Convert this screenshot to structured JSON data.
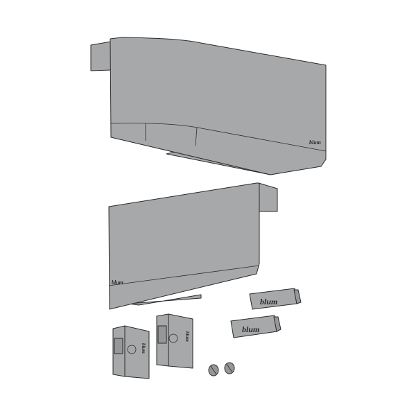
{
  "illustration": {
    "subject": "Cover caps set",
    "colors": {
      "part_fill": "#a7a8aa",
      "outline": "#2a2a2a",
      "background": "#ffffff"
    },
    "parts": [
      {
        "name": "large-cover-cap",
        "logo": "blum"
      },
      {
        "name": "small-cover-cap",
        "logo": "blum"
      },
      {
        "name": "logo-clip-1",
        "logo": "blum"
      },
      {
        "name": "logo-clip-2",
        "logo": "blum"
      },
      {
        "name": "bracket-left",
        "logo": "blum"
      },
      {
        "name": "bracket-right",
        "logo": "blum"
      },
      {
        "name": "screw-1"
      },
      {
        "name": "screw-2"
      }
    ]
  }
}
